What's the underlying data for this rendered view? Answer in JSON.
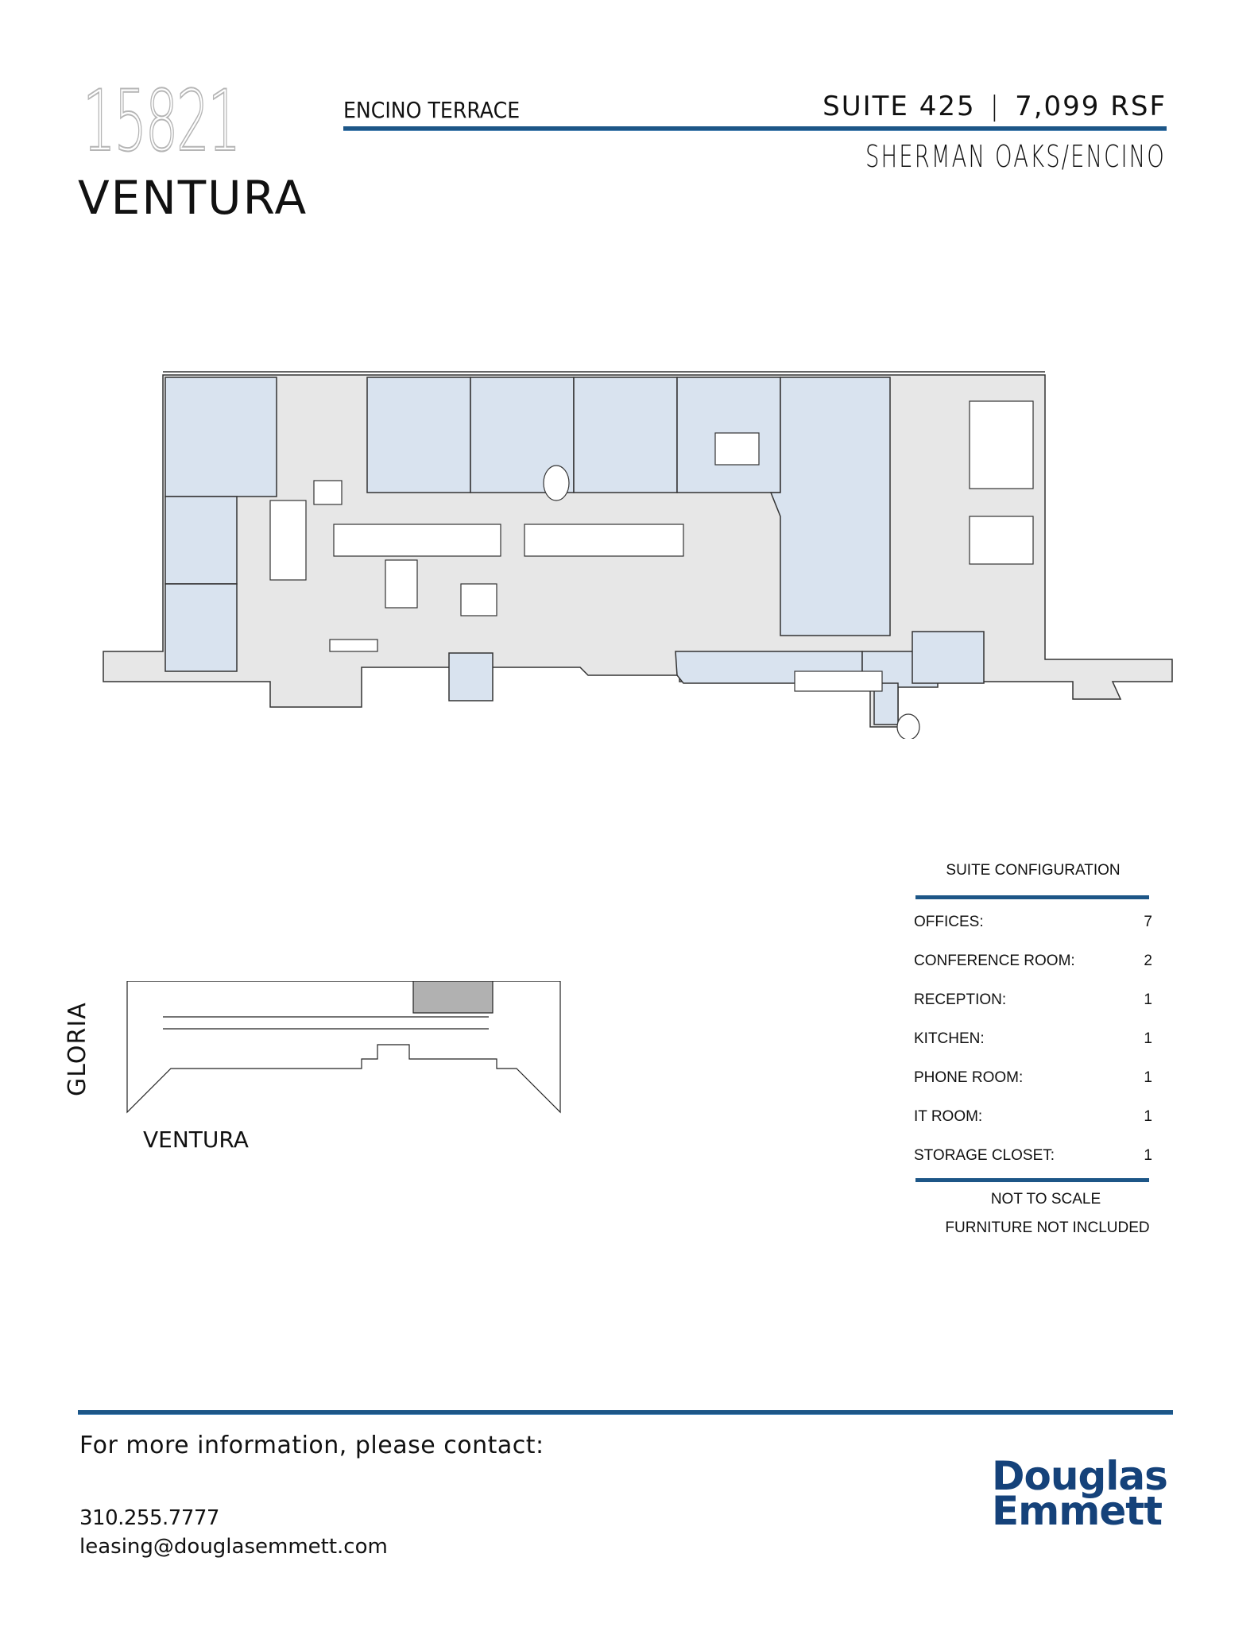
{
  "header": {
    "building_number": "15821",
    "street_name": "VENTURA",
    "complex_name": "ENCINO TERRACE",
    "suite_label": "SUITE 425",
    "separator": "|",
    "area": "7,099 RSF",
    "submarket": "SHERMAN OAKS/ENCINO"
  },
  "colors": {
    "accent_blue": "#1d5687",
    "logo_blue": "#15427a",
    "office_fill": "#d9e3ef",
    "common_fill": "#e7e7e7",
    "suite_highlight": "#b1b1b1"
  },
  "key_plan": {
    "street_vertical": "GLORIA",
    "street_horizontal": "VENTURA"
  },
  "suite_configuration": {
    "title": "SUITE CONFIGURATION",
    "rows": [
      {
        "label": "OFFICES:",
        "value": "7"
      },
      {
        "label": "CONFERENCE ROOM:",
        "value": "2"
      },
      {
        "label": "RECEPTION:",
        "value": "1"
      },
      {
        "label": "KITCHEN:",
        "value": "1"
      },
      {
        "label": "PHONE ROOM:",
        "value": "1"
      },
      {
        "label": "IT ROOM:",
        "value": "1"
      },
      {
        "label": "STORAGE CLOSET:",
        "value": "1"
      }
    ],
    "notes": [
      "NOT TO SCALE",
      "FURNITURE NOT INCLUDED"
    ]
  },
  "footer": {
    "contact_heading": "For more information, please contact:",
    "phone": "310.255.7777",
    "email": "leasing@douglasemmett.com",
    "logo_line1": "Douglas",
    "logo_line2": "Emmett"
  }
}
